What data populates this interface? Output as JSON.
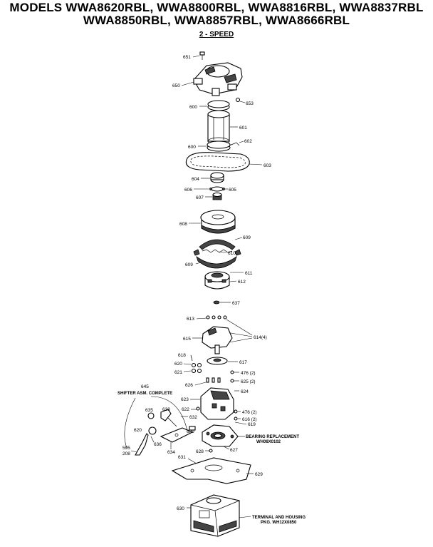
{
  "header": {
    "title_line1": "MODELS WWA8620RBL, WWA8800RBL, WWA8816RBL, WWA8837RBL",
    "title_line2": "WWA8850RBL, WWA8857RBL, WWA8666RBL",
    "subtitle": "2 - SPEED"
  },
  "parts": {
    "p651": "651",
    "p650": "650",
    "p653": "653",
    "p600a": "600",
    "p601": "601",
    "p600b": "600",
    "p602": "602",
    "p603": "603",
    "p604": "604",
    "p606": "606",
    "p605": "605",
    "p607": "607",
    "p608": "608",
    "p609a": "609",
    "p610": "610",
    "p609b": "609",
    "p611": "611",
    "p612": "612",
    "p637": "637",
    "p613": "613",
    "p614": "614(4)",
    "p615": "615",
    "p618": "618",
    "p617": "617",
    "p620": "620",
    "p621": "621",
    "p476a": "476 (2)",
    "p625a": "625 (2)",
    "p626": "626",
    "p624": "624",
    "p623": "623",
    "p476b": "476 (2)",
    "p616": "616 (2)",
    "p619": "619",
    "p622": "622",
    "p632": "632",
    "p629b": "629",
    "p628": "628",
    "p634": "634",
    "p636": "636",
    "p595": "595",
    "p208": "208",
    "p630": "630",
    "p627": "627",
    "p631": "631",
    "p629": "629",
    "p633": "633",
    "p635": "635",
    "p645": "645"
  },
  "callouts": {
    "shifter": "SHIFTER ASM. COMPLETE",
    "bearing_line1": "BEARING REPLACEMENT",
    "bearing_line2": "WH08X0102",
    "terminal_line1": "TERMINAL AND HOUSING",
    "terminal_line2": "PKG. WH12X0850"
  }
}
